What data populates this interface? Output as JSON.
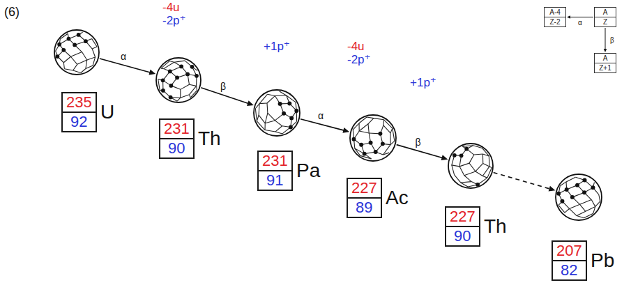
{
  "diagram": {
    "nodes": [
      {
        "text": [
          "235",
          "92",
          "U"
        ]
      },
      {
        "text": [
          "231",
          "90",
          "Th"
        ]
      },
      {
        "text": [
          "231",
          "91",
          "Pa"
        ]
      },
      {
        "text": [
          "227",
          "89",
          "Ac"
        ]
      },
      {
        "text": [
          "227",
          "90",
          "Th"
        ]
      },
      {
        "text": [
          "207",
          "82",
          "Pb"
        ]
      },
      {
        "text": [
          "A-4",
          "Z-2"
        ]
      },
      {
        "text": [
          "A",
          "Z"
        ]
      },
      {
        "text": [
          "A",
          "Z+1"
        ]
      }
    ],
    "edges": [
      {
        "from": 0,
        "to": 1,
        "label": "α",
        "arrow": "to"
      },
      {
        "from": 1,
        "to": 2,
        "label": "β",
        "arrow": "to"
      },
      {
        "from": 2,
        "to": 3,
        "label": "α",
        "arrow": "to"
      },
      {
        "from": 3,
        "to": 4,
        "label": "β",
        "arrow": "to"
      },
      {
        "from": 4,
        "to": 5,
        "arrow": "to"
      },
      {
        "from": 7,
        "to": 6,
        "label": "α",
        "arrow": "to"
      },
      {
        "from": 7,
        "to": 8,
        "label": "β",
        "arrow": "to"
      }
    ],
    "labels": [
      "(6)",
      "-4u",
      "-2p⁺",
      "+1p⁺",
      "-4u",
      "-2p⁺",
      "+1p⁺"
    ]
  }
}
